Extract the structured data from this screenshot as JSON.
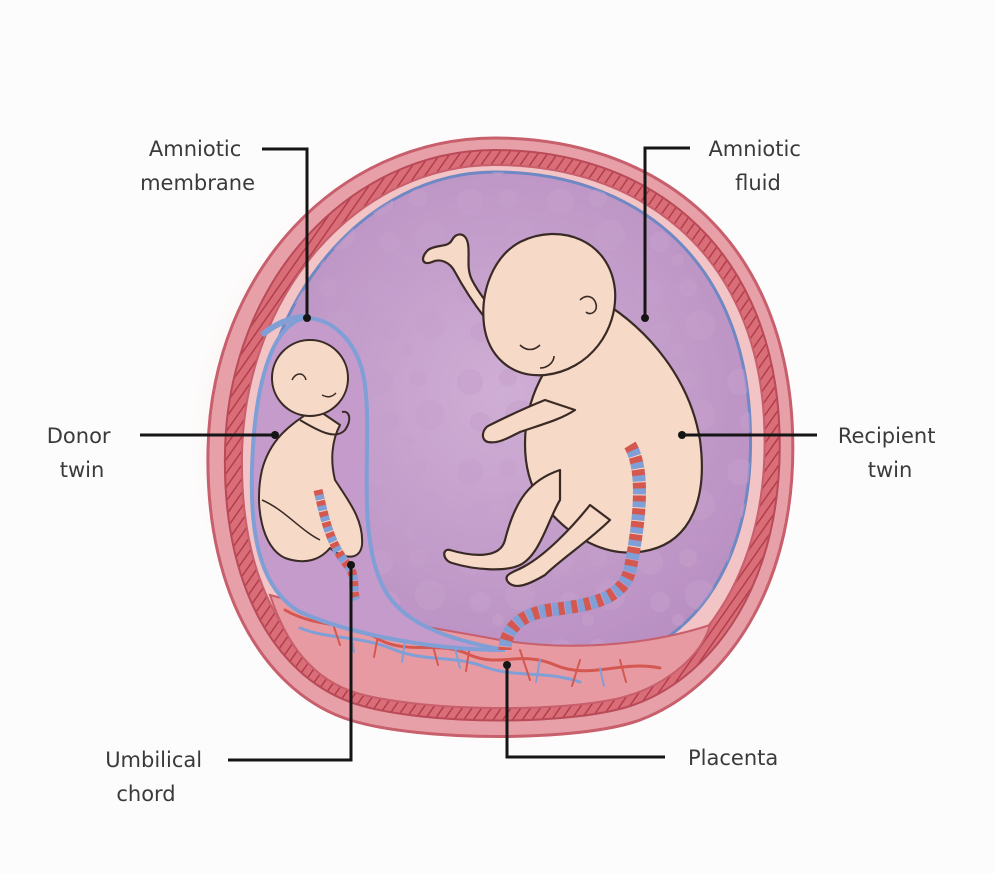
{
  "labels": {
    "amniotic_membrane": {
      "line1": "Amniotic",
      "line2": "membrane"
    },
    "amniotic_fluid": {
      "line1": "Amniotic",
      "line2": "fluid"
    },
    "donor_twin": {
      "line1": "Donor",
      "line2": "twin"
    },
    "recipient_twin": {
      "line1": "Recipient",
      "line2": "twin"
    },
    "umbilical_chord": {
      "line1": "Umbilical",
      "line2": "chord"
    },
    "placenta": {
      "line1": "Placenta"
    }
  },
  "colors": {
    "uterus_wall": "#e8a0a8",
    "uterus_edge": "#c85f6c",
    "muscle_hatch": "#c7505c",
    "amniotic_fluid": "#c9a6cf",
    "membrane": "#8ea6d8",
    "skin": "#f6d9c6",
    "skin_outline": "#3a2a26",
    "cord_red": "#d4584f",
    "cord_blue": "#7f9fd6",
    "placenta": "#e89aa2",
    "leader_line": "#151515"
  }
}
